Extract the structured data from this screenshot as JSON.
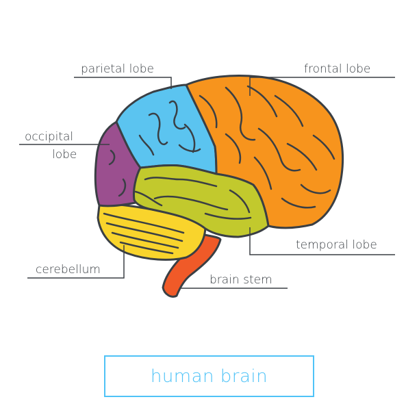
{
  "labels": {
    "parietal": "parietal lobe",
    "frontal": "frontal lobe",
    "occipital_line1": "occipital",
    "occipital_line2": "lobe",
    "temporal": "temporal lobe",
    "cerebellum": "cerebellum",
    "brain_stem": "brain stem"
  },
  "caption": "human brain",
  "colors": {
    "frontal": "#f7941d",
    "parietal": "#5bc4f0",
    "occipital": "#9b4f8f",
    "temporal": "#c2c92d",
    "cerebellum": "#f9d42c",
    "brain_stem": "#f05a28",
    "outline": "#3a3f44",
    "leader_line": "#3a3f44",
    "caption": "#4fc3f7"
  }
}
